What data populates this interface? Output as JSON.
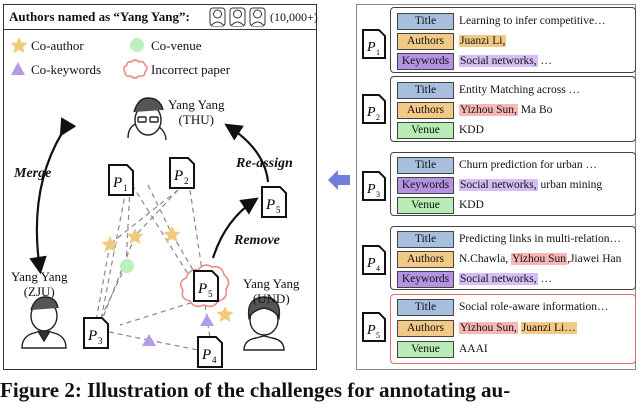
{
  "header": {
    "prefix": "Authors named as “Yang Yang”:",
    "count": "(10,000+)"
  },
  "legend": {
    "co_author": "Co-author",
    "co_venue": "Co-venue",
    "co_keywords": "Co-keywords",
    "incorrect": "Incorrect paper"
  },
  "people": {
    "thu": {
      "name": "Yang Yang",
      "aff": "(THU)"
    },
    "zju": {
      "name": "Yang Yang",
      "aff": "(ZJU)"
    },
    "und": {
      "name": "Yang Yang",
      "aff": "(UND)"
    }
  },
  "actions": {
    "merge": "Merge",
    "reassign": "Re-assign",
    "remove": "Remove"
  },
  "papers": [
    {
      "id": "P",
      "sub": "1",
      "fields": [
        {
          "label": "Title",
          "value": "Learning to infer competitive…"
        },
        {
          "label": "Authors",
          "value": "Juanzi Li,"
        },
        {
          "label": "Keywords",
          "value": "Social networks, …"
        }
      ]
    },
    {
      "id": "P",
      "sub": "2",
      "fields": [
        {
          "label": "Title",
          "value": "Entity Matching across …"
        },
        {
          "label": "Authors",
          "value": "Yizhou Sun, Ma Bo"
        },
        {
          "label": "Venue",
          "value": "KDD"
        }
      ]
    },
    {
      "id": "P",
      "sub": "3",
      "fields": [
        {
          "label": "Title",
          "value": "Churn prediction for urban …"
        },
        {
          "label": "Keywords",
          "value": "Social networks, urban mining"
        },
        {
          "label": "Venue",
          "value": "KDD"
        }
      ]
    },
    {
      "id": "P",
      "sub": "4",
      "fields": [
        {
          "label": "Title",
          "value": "Predicting links in multi-relation…"
        },
        {
          "label": "Authors",
          "value": "N.Chawla, Yizhou Sun,Jiawei Han"
        },
        {
          "label": "Keywords",
          "value": "Social networks, …"
        }
      ]
    },
    {
      "id": "P",
      "sub": "5",
      "fields": [
        {
          "label": "Title",
          "value": "Social role-aware information…"
        },
        {
          "label": "Authors",
          "value": "Yizhou Sun, Juanzi Li…"
        },
        {
          "label": "Venue",
          "value": "AAAI"
        }
      ]
    }
  ],
  "highlights": {
    "p1_authors": "Juanzi Li,",
    "p2_authors": "Yizhou Sun,",
    "p4_authors_a": "Yizhou Sun",
    "p5_authors_a": "Yizhou Sun,",
    "p5_authors_b": "Juanzi Li…",
    "kw": "Social networks,"
  },
  "caption": "Figure 2:  Illustration of the challenges for annotating au-",
  "colors": {
    "title": "#a7bede",
    "authors": "#f2ca86",
    "keywords": "#b593e3",
    "venue": "#b7ecb5",
    "star": "#f0cb7d",
    "venue_dot": "#bdf0bb",
    "tri": "#b59be6",
    "red": "#f08a8a",
    "pink": "#f9b6b6",
    "purple_hl": "#d6bdf5",
    "arrow": "#6e7fdb"
  }
}
